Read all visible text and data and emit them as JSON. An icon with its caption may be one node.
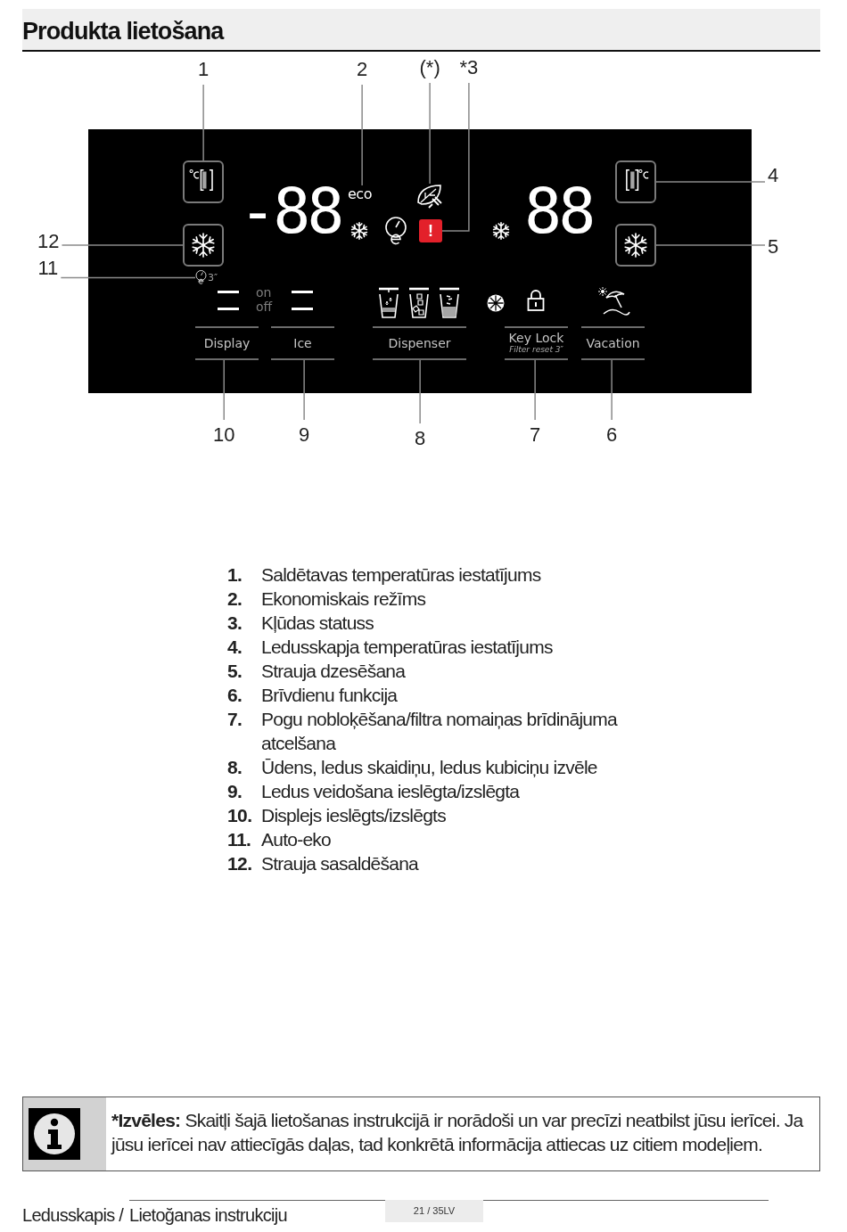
{
  "diagram": {
    "title": "Produkta lietošana",
    "nodes": [
      {
        "text": [
          "1"
        ]
      },
      {
        "text": [
          "2"
        ]
      },
      {
        "text": [
          "(*)"
        ]
      },
      {
        "text": [
          "*3"
        ]
      },
      {
        "text": [],
        "shape": "box"
      },
      {
        "text": [],
        "shape": "box",
        "in": 4
      },
      {
        "text": [
          "eco"
        ],
        "in": 4
      },
      {
        "text": [],
        "shape": "picture",
        "in": 4
      },
      {
        "text": [
          "!"
        ],
        "in": 4
      },
      {
        "text": [],
        "shape": "box",
        "in": 4
      },
      {
        "text": [],
        "shape": "box",
        "in": 4
      },
      {
        "text": [],
        "shape": "box",
        "in": 4
      },
      {
        "text": [
          "3″"
        ],
        "in": 4
      },
      {
        "text": [
          "Display"
        ],
        "in": 4
      },
      {
        "text": [
          "Ice"
        ],
        "in": 4
      },
      {
        "text": [
          "Dispenser"
        ],
        "in": 4
      },
      {
        "text": [
          "Key Lock",
          "Filter reset 3″"
        ],
        "in": 4
      },
      {
        "text": [
          "Vacation"
        ],
        "in": 4
      },
      {
        "text": [
          "4"
        ]
      },
      {
        "text": [
          "12"
        ]
      },
      {
        "text": [
          "5"
        ]
      },
      {
        "text": [
          "11"
        ]
      },
      {
        "text": [
          "10"
        ]
      },
      {
        "text": [
          "9"
        ]
      },
      {
        "text": [
          "8"
        ]
      },
      {
        "text": [
          "7"
        ]
      },
      {
        "text": [
          "6"
        ]
      },
      {
        "text": [
          "***Izvēles:** Skaitļi šajā lietošanas instrukcijā ir norādoši un var precīzi neatbilst jūsu ierīcei. Ja jūsu ierīcei nav attiecīgās daļas, tad konkrētā informācija attiecas uz citiem modeļiem."
        ]
      }
    ],
    "edges": [
      {
        "from": 0,
        "to": 5,
        "arrow": "none"
      },
      {
        "from": 1,
        "to": 6,
        "arrow": "none"
      },
      {
        "from": 2,
        "to": 7,
        "arrow": "none"
      },
      {
        "from": 3,
        "to": 8,
        "arrow": "none"
      },
      {
        "from": 18,
        "to": 9,
        "arrow": "none"
      },
      {
        "from": 19,
        "to": 10,
        "arrow": "none"
      },
      {
        "from": 20,
        "to": 11,
        "arrow": "none"
      },
      {
        "from": 21,
        "to": 12,
        "arrow": "none"
      },
      {
        "from": 22,
        "to": 13,
        "arrow": "none"
      },
      {
        "from": 23,
        "to": 14,
        "arrow": "none"
      },
      {
        "from": 24,
        "to": 15,
        "arrow": "none"
      },
      {
        "from": 25,
        "to": 16,
        "arrow": "none"
      },
      {
        "from": 26,
        "to": 17,
        "arrow": "none"
      }
    ],
    "labels": [
      "-88",
      "88",
      "on",
      "off",
      "1.",
      "Saldētavas temperatūras iestatījums",
      "2.",
      "Ekonomiskais režīms",
      "3.",
      "Kļūdas statuss",
      "4.",
      "Ledusskapja temperatūras iestatījums",
      "5.",
      "Strauja dzesēšana",
      "6.",
      "Brīvdienu funkcija",
      "7.",
      "Pogu nobloķēšana/filtra nomaiņas brīdinājuma atcelšana",
      "8.",
      "Ūdens, ledus skaidiņu, ledus kubiciņu izvēle",
      "9.",
      "Ledus veidošana ieslēgta/izslēgta",
      "10.",
      "Displejs ieslēgts/izslēgts",
      "11.",
      "Auto-eko",
      "12.",
      "Strauja sasaldēšana",
      "Ledusskapis /",
      "Lietoğanas instrukciju",
      "21 / 35LV"
    ]
  }
}
